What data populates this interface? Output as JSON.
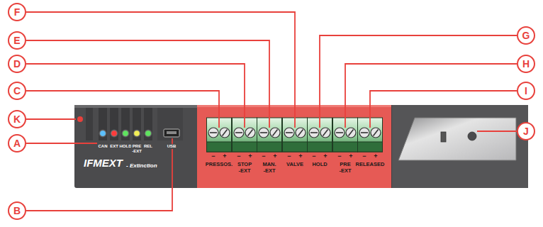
{
  "diagram": {
    "nodes": [
      {
        "text": [
          "F"
        ]
      },
      {
        "text": [
          "E"
        ]
      },
      {
        "text": [
          "G"
        ]
      },
      {
        "text": [
          "D"
        ]
      },
      {
        "text": [
          "H"
        ]
      },
      {
        "text": [
          "C"
        ]
      },
      {
        "text": [
          "I"
        ]
      },
      {
        "text": [
          "K"
        ]
      },
      {
        "text": [
          "A"
        ]
      },
      {
        "text": [
          "J"
        ]
      },
      {
        "text": [
          "B"
        ]
      }
    ],
    "labels": [
      "CAN",
      "EXT",
      "HOLD",
      "PRE -EXT",
      "REL",
      "USB",
      "IFMEXT",
      "- Extinction",
      "−",
      "+",
      "−",
      "+",
      "−",
      "+",
      "−",
      "+",
      "−",
      "+",
      "−",
      "+",
      "−",
      "+",
      "PRESSOS.",
      "STOP -EXT",
      "MAN. -EXT",
      "VALVE",
      "HOLD",
      "PRE -EXT",
      "RELEASED"
    ]
  }
}
